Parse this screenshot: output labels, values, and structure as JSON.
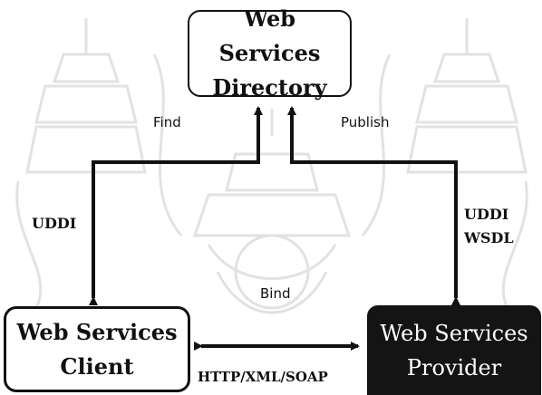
{
  "nodes": {
    "directory": {
      "line1": "Web Services",
      "line2": "Directory"
    },
    "client": {
      "line1": "Web Services",
      "line2": "Client"
    },
    "provider": {
      "line1": "Web Services",
      "line2": "Provider"
    }
  },
  "edges": {
    "find": {
      "label": "Find",
      "detail": "UDDI"
    },
    "publish": {
      "label": "Publish",
      "detail_line1": "UDDI",
      "detail_line2": "WSDL"
    },
    "bind": {
      "label": "Bind",
      "detail": "HTTP/XML/SOAP"
    }
  },
  "colors": {
    "provider_fill": "#141414",
    "line": "#111111",
    "watermark": "#dcdcdc"
  }
}
